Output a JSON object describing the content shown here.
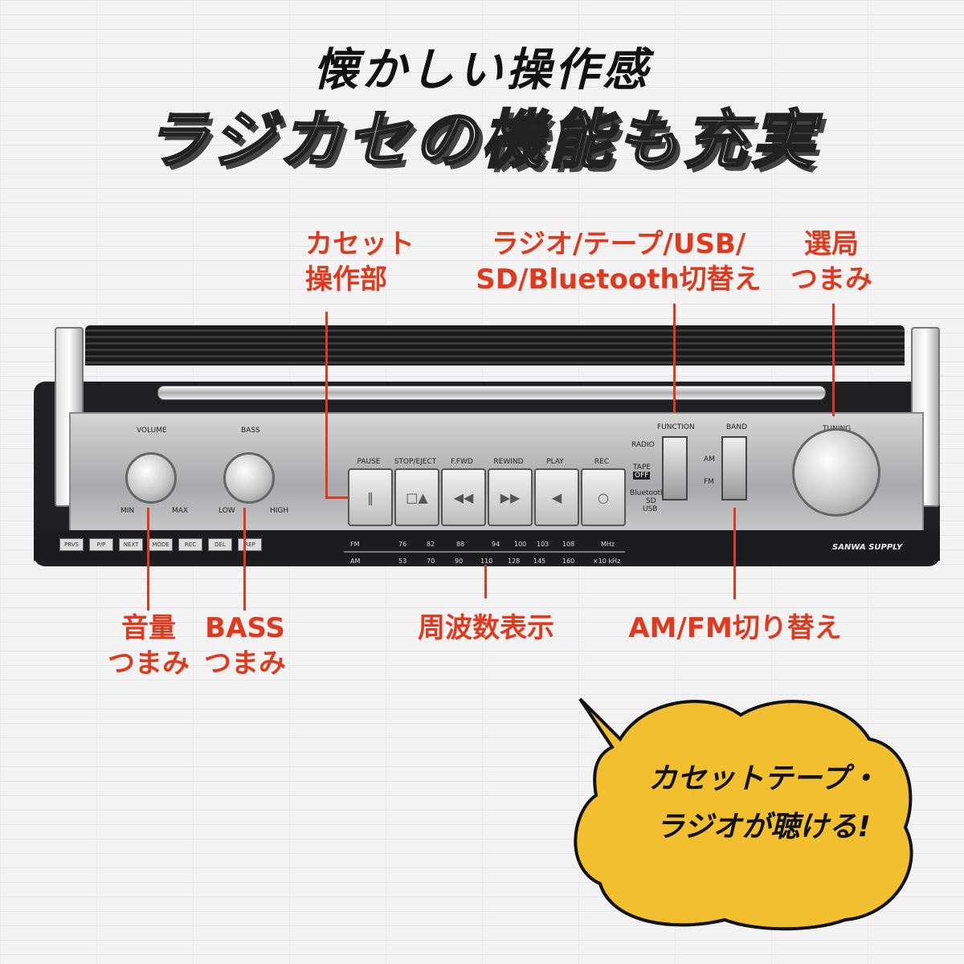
{
  "headline": {
    "line1": "懐かしい操作感",
    "line2": "ラジカセの機能も充実"
  },
  "callouts": {
    "cassette": "カセット\n操作部",
    "function": "ラジオ/テープ/USB/\nSD/Bluetooth切替え",
    "tuning": "選局\nつまみ",
    "volume": "音量\nつまみ",
    "bass": "BASS\nつまみ",
    "frequency": "周波数表示",
    "band": "AM/FM切り替え"
  },
  "device": {
    "volume_label": "VOLUME",
    "volume_min": "MIN",
    "volume_max": "MAX",
    "bass_label": "BASS",
    "bass_low": "LOW",
    "bass_high": "HIGH",
    "buttons": [
      "PAUSE",
      "STOP/EJECT",
      "F.FWD",
      "REWIND",
      "PLAY",
      "REC"
    ],
    "function_label": "FUNCTION",
    "function_radio": "RADIO",
    "function_tape": "TAPE",
    "function_off": "OFF",
    "function_bt": "Bluetooth",
    "function_sd": "SD",
    "function_usb": "USB",
    "band_label": "BAND",
    "band_am": "AM",
    "band_fm": "FM",
    "tuning_label": "TUNING",
    "fm_scale": [
      "FM",
      "76",
      "82",
      "88",
      "94",
      "100",
      "103",
      "108",
      "MHz"
    ],
    "am_scale": [
      "AM",
      "53",
      "70",
      "90",
      "110",
      "128",
      "145",
      "160",
      "×10 kHz"
    ],
    "front_buttons": [
      "PRVS",
      "P/P",
      "NEXT",
      "MODE",
      "REC",
      "DEL",
      "REP"
    ],
    "brand": "SANWA SUPPLY"
  },
  "bubble": {
    "text": "カセットテープ・\nラジオが聴ける!"
  },
  "colors": {
    "accent": "#e03a1e",
    "bubble": "#f2c02e"
  }
}
